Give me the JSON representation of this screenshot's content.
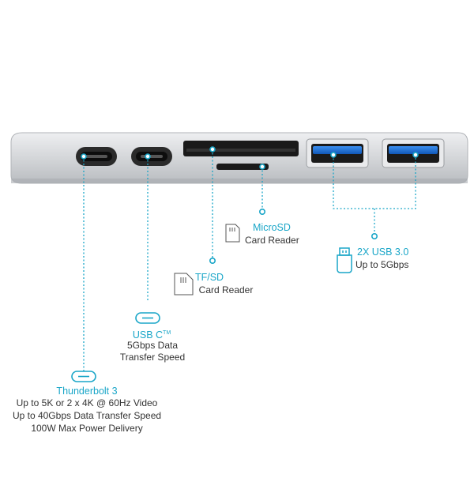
{
  "colors": {
    "accent": "#1aa6c8",
    "hub_body": "#d6d8db",
    "port_dark": "#1a1a1a",
    "usb_blue": "#1e6fd6",
    "text": "#333333"
  },
  "ports": {
    "thunderbolt": {
      "title": "Thunderbolt 3",
      "lines": [
        "Up to 5K or 2 x 4K @ 60Hz Video",
        "Up to 40Gbps Data Transfer Speed",
        "100W Max Power Delivery"
      ],
      "icon": "usb-c-port-icon"
    },
    "usbc": {
      "title": "USB C",
      "trademark": "TM",
      "lines": [
        "5Gbps Data",
        "Transfer Speed"
      ],
      "icon": "usb-c-port-icon"
    },
    "tfsd": {
      "title": "TF/SD",
      "lines": [
        "Card Reader"
      ],
      "icon": "sd-card-icon"
    },
    "microsd": {
      "title": "MicroSD",
      "lines": [
        "Card Reader"
      ],
      "icon": "microsd-card-icon"
    },
    "usb3": {
      "title": "2X USB 3.0",
      "lines": [
        "Up to 5Gbps"
      ],
      "icon": "usb-plug-icon"
    }
  }
}
